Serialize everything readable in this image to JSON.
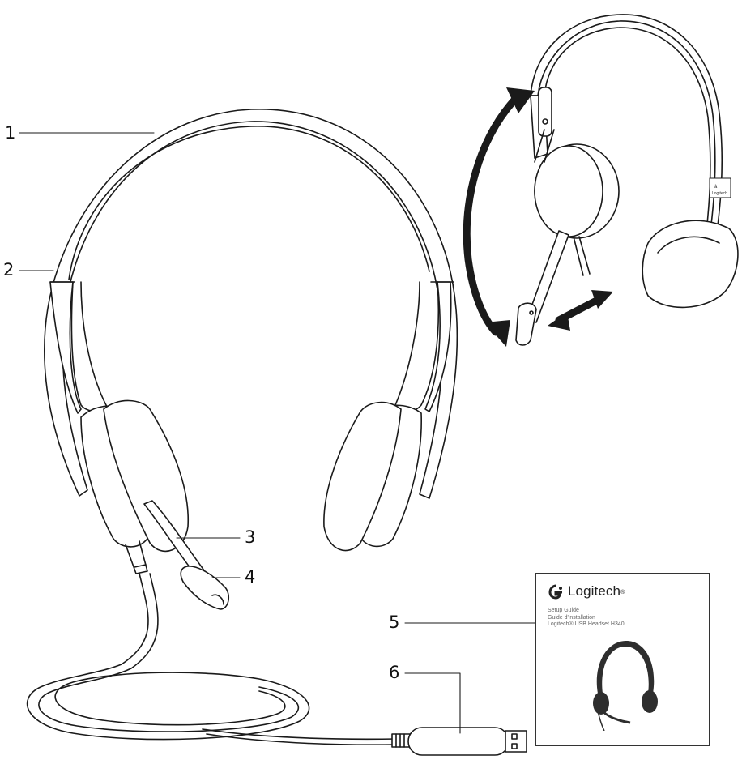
{
  "callouts": [
    {
      "num": "1",
      "part": "headband"
    },
    {
      "num": "2",
      "part": "headband-adjuster"
    },
    {
      "num": "3",
      "part": "microphone-boom"
    },
    {
      "num": "4",
      "part": "microphone"
    },
    {
      "num": "5",
      "part": "setup-guide"
    },
    {
      "num": "6",
      "part": "usb-connector"
    }
  ],
  "guide": {
    "brand": "Logitech",
    "brand_sup": "®",
    "lines": [
      "Setup Guide",
      "Guide d'installation",
      "Logitech® USB Headset H340"
    ]
  },
  "colors": {
    "line": "#1a1a1a",
    "fill": "#ffffff",
    "thumb": "#2e2e2e"
  }
}
